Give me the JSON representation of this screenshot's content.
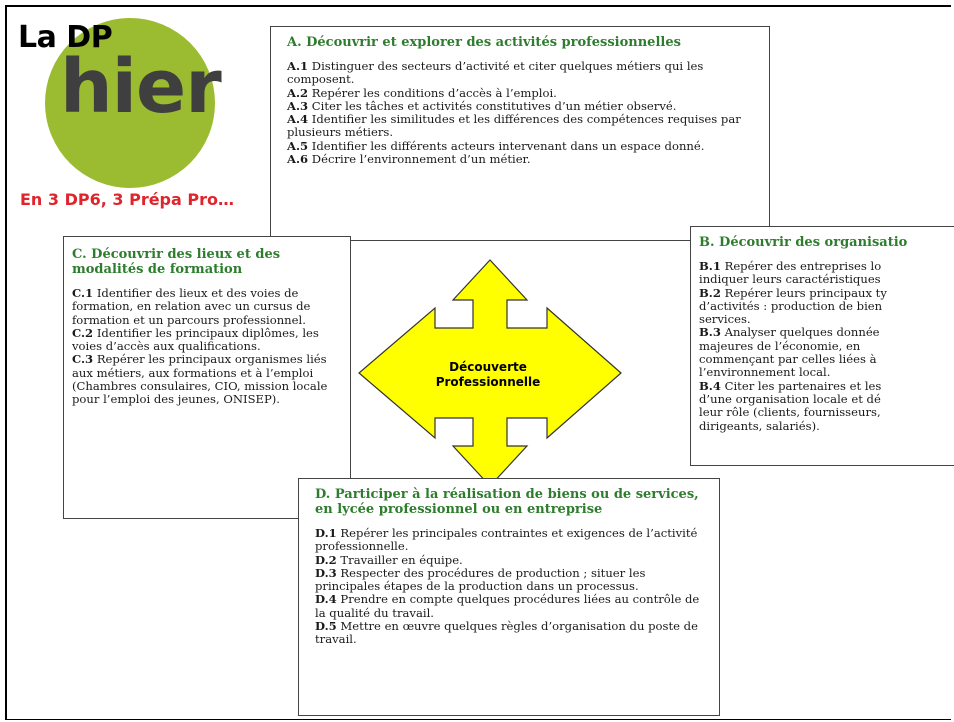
{
  "header": {
    "la_dp": "La DP",
    "hier": "hier",
    "subtitle": "En 3 DP6, 3 Prépa Pro…"
  },
  "center": {
    "line1": "Découverte",
    "line2": "Professionnelle"
  },
  "colors": {
    "circle": "#9bbb30",
    "title_green": "#2e7d2e",
    "subtitle_red": "#e0242b",
    "arrow_fill": "#ffff00"
  },
  "box_a": {
    "title": "A. Découvrir et explorer des activités professionnelles",
    "items": [
      {
        "code": "A.1",
        "text": " Distinguer des secteurs d’activité et citer quelques métiers qui les composent."
      },
      {
        "code": "A.2",
        "text": " Repérer les conditions d’accès à l’emploi."
      },
      {
        "code": "A.3",
        "text": " Citer les tâches et activités constitutives d’un métier observé."
      },
      {
        "code": "A.4",
        "text": " Identifier les similitudes et les différences des compétences requises par plusieurs métiers."
      },
      {
        "code": "A.5",
        "text": " Identifier les différents acteurs intervenant dans un espace donné."
      },
      {
        "code": "A.6",
        "text": " Décrire l’environnement d’un métier."
      }
    ]
  },
  "box_b": {
    "title": "B. Découvrir des organisatio",
    "items": [
      {
        "code": "B.1",
        "text": " Repérer des entreprises lo",
        "lines": [
          "indiquer leurs caractéristiques"
        ]
      },
      {
        "code": "B.2",
        "text": " Repérer leurs principaux ty",
        "lines": [
          "d’activités : production de bien",
          "services."
        ]
      },
      {
        "code": "B.3",
        "text": " Analyser quelques donnée",
        "lines": [
          "majeures de l’économie, en",
          "commençant par celles liées à",
          "l’environnement local."
        ]
      },
      {
        "code": "B.4",
        "text": " Citer les partenaires et les",
        "lines": [
          "d’une organisation locale et dé",
          "leur rôle (clients, fournisseurs,",
          "dirigeants, salariés)."
        ]
      }
    ]
  },
  "box_c": {
    "title": "C. Découvrir des lieux et des modalités de formation",
    "items": [
      {
        "code": "C.1",
        "text": " Identifier des lieux et des voies de formation, en relation avec un cursus de formation et un parcours professionnel."
      },
      {
        "code": "C.2",
        "text": " Identifier les principaux diplômes, les voies d’accès aux qualifications."
      },
      {
        "code": "C.3",
        "text": " Repérer les principaux organismes liés aux métiers, aux formations et à l’emploi (Chambres consulaires, CIO, mission locale pour l’emploi des jeunes, ONISEP)."
      }
    ]
  },
  "box_d": {
    "title": "D. Participer à la réalisation de biens ou de services, en lycée professionnel ou en entreprise",
    "items": [
      {
        "code": "D.1",
        "text": " Repérer les principales contraintes et exigences de l’activité professionnelle."
      },
      {
        "code": "D.2",
        "text": " Travailler en équipe."
      },
      {
        "code": "D.3",
        "text": " Respecter des procédures de production ; situer les principales étapes de la production dans un processus."
      },
      {
        "code": "D.4",
        "text": " Prendre en compte quelques procédures liées au contrôle de la qualité du travail."
      },
      {
        "code": "D.5",
        "text": " Mettre en œuvre quelques règles d’organisation du poste de travail."
      }
    ]
  }
}
